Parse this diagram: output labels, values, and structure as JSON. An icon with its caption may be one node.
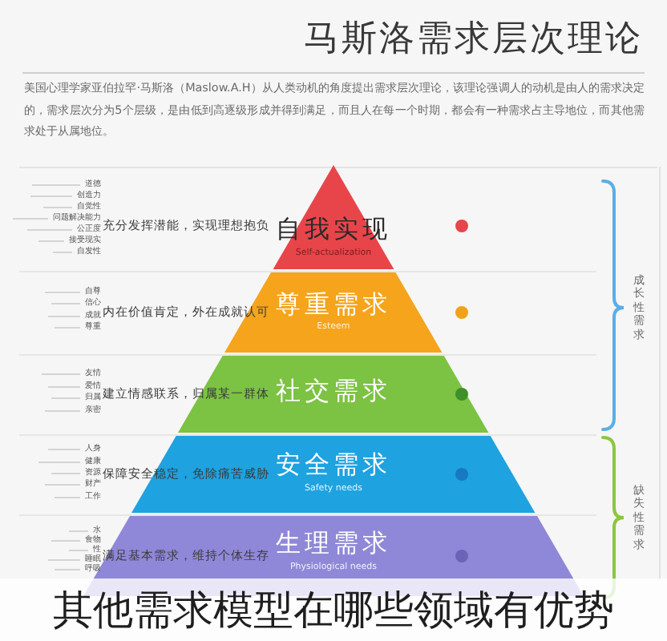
{
  "diagram": {
    "title": "马斯洛需求层次理论",
    "caption": "其他需求模型在哪些领域有优势",
    "nodes": [
      {
        "text": [
          "自我实现",
          "Self-actualization"
        ],
        "beside": [
          "充分发挥潜能，实现理想抱负"
        ]
      },
      {
        "text": [
          "尊重需求",
          "Esteem"
        ],
        "beside": [
          "内在价值肯定，外在成就认可"
        ]
      },
      {
        "text": [
          "社交需求"
        ],
        "beside": [
          "建立情感联系，归属某一群体"
        ]
      },
      {
        "text": [
          "安全需求",
          "Safety needs",
          "保障安全稳定，免除痛苦威胁"
        ]
      },
      {
        "text": [
          "生理需求",
          "Physiological needs",
          "满足基本需求，维持个体生存"
        ]
      }
    ],
    "labels": [
      "美国心理学家亚伯拉罕·马斯洛（Maslow.A.H）从人类动机的角度提出需求层次理论，该理论强调人的动机是由人的需求决定的，需求层次分为5个层级，是由低到高逐级形成并得到满足，而且人在每一个时期，都会有一种需求占主导地位，而其他需求处于从属地位。",
      "道德",
      "创造力",
      "自觉性",
      "问题解决能力",
      "公正度",
      "接受现实",
      "自发性",
      "自尊",
      "信心",
      "成就",
      "尊重",
      "友情",
      "爱情",
      "归属",
      "亲密",
      "人身",
      "健康",
      "资源",
      "财产",
      "工作",
      "水",
      "食物",
      "性",
      "睡眠",
      "呼吸",
      "成长性需求",
      "缺失性需求"
    ]
  }
}
